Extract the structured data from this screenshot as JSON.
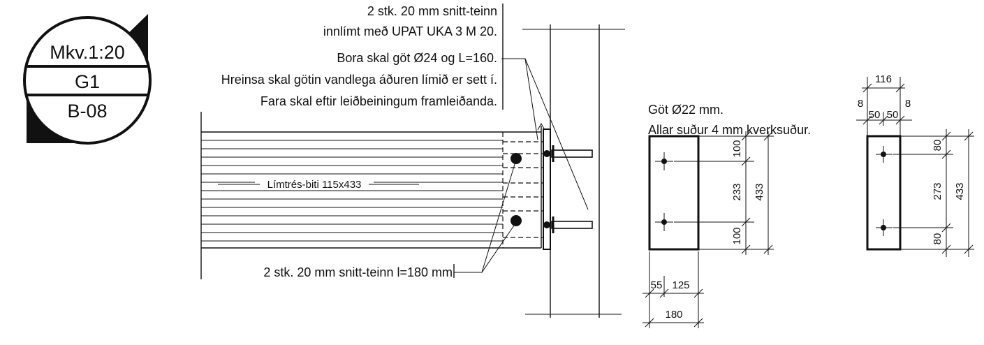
{
  "stamp": {
    "scale": "Mkv.1:20",
    "detail_id": "G1",
    "sheet": "B-08"
  },
  "top_note": {
    "lines": [
      "2 stk. 20 mm snitt-teinn",
      "innlímt með UPAT UKA 3 M 20.",
      "Bora skal göt Ø24 og L=160.",
      "Hreinsa skal götin vandlega áðuren límið er sett í.",
      "Fara skal eftir leiðbeiningum framleiðanda."
    ]
  },
  "beam_label": "Límtrés-biti 115x433",
  "bottom_note": "2 stk. 20 mm snitt-teinn l=180 mm",
  "plate_notes": {
    "holes": "Göt Ø22 mm.",
    "welds": "Allar suður 4 mm kverksuður."
  },
  "plate1_dims": {
    "top_edge": "100",
    "hole_spacing": "233",
    "bottom_edge": "100",
    "height": "433",
    "edge_left": "55",
    "hole_offset": "125",
    "width": "180"
  },
  "plate2_dims": {
    "width": "116",
    "left_weld": "8",
    "right_weld": "8",
    "left_half": "50",
    "right_half": "50",
    "top_edge": "80",
    "hole_spacing": "273",
    "bottom_edge": "80",
    "height": "433"
  }
}
